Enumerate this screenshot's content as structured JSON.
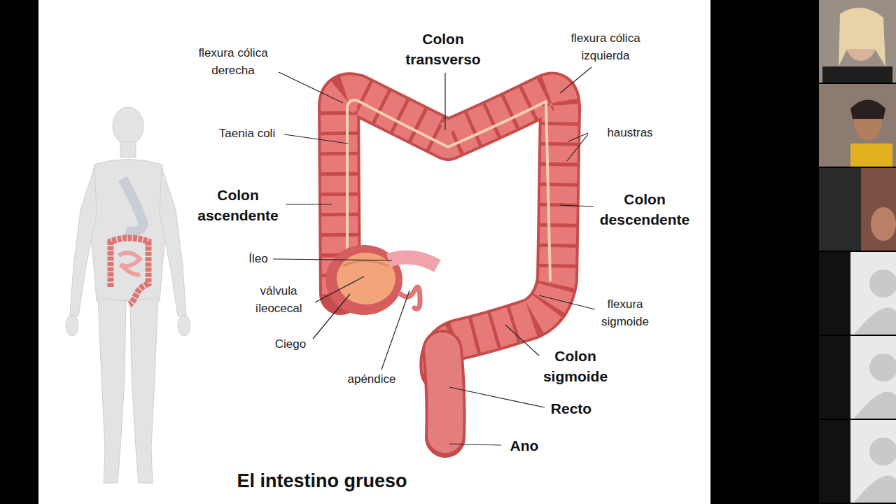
{
  "diagram": {
    "title": "El intestino grueso",
    "labels": [
      "flexura cólica derecha",
      "Colon transverso",
      "flexura cólica izquierda",
      "Taenia coli",
      "haustras",
      "Colon ascendente",
      "Colon descendente",
      "Íleo",
      "válvula íleocecal",
      "Ciego",
      "flexura sigmoide",
      "apéndice",
      "Colon sigmoide",
      "Recto",
      "Ano"
    ]
  }
}
